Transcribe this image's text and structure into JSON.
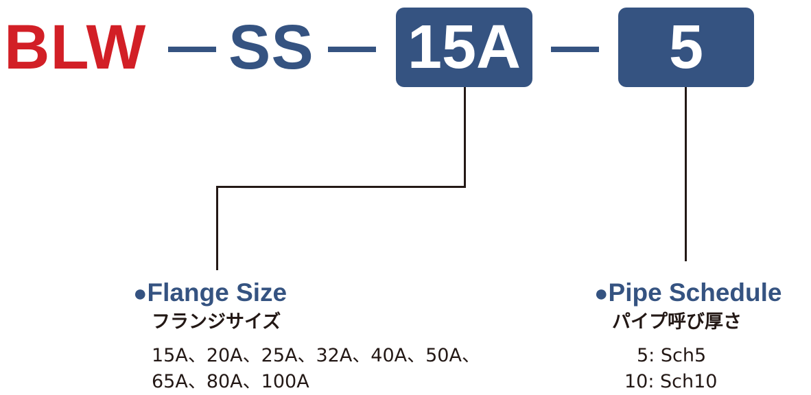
{
  "code": {
    "prefix": "BLW",
    "material": "SS",
    "size": "15A",
    "schedule": "5"
  },
  "flange": {
    "bullet": "●",
    "title": "Flange Size",
    "subtitle": "フランジサイズ",
    "values": [
      "15A、20A、25A、32A、40A、50A、",
      "65A、80A、100A"
    ]
  },
  "pipe": {
    "bullet": "●",
    "title": "Pipe Schedule",
    "subtitle": "パイプ呼び厚さ",
    "values": [
      "5: Sch5",
      "10: Sch10"
    ]
  },
  "colors": {
    "red": "#d21f26",
    "blue": "#355381",
    "text": "#231815"
  }
}
